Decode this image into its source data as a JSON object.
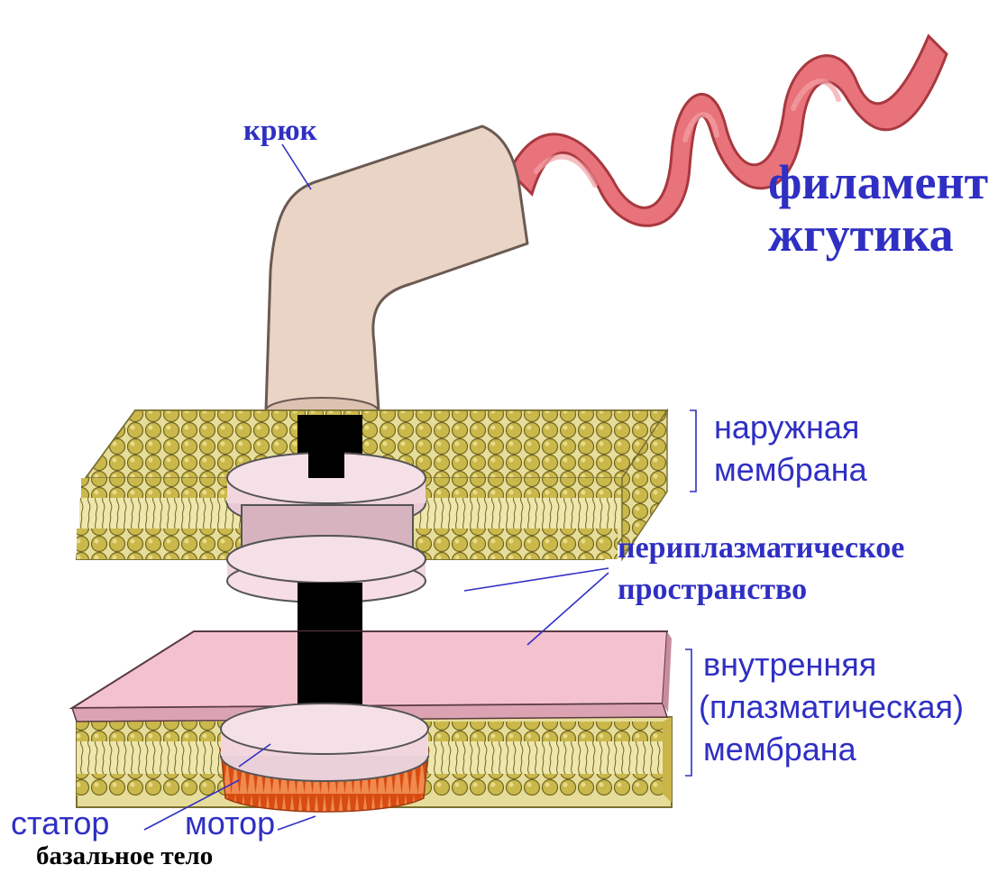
{
  "labels": {
    "hook": "крюк",
    "filament_line1": "филамент",
    "filament_line2": "жгутика",
    "outer_membrane_line1": "наружная",
    "outer_membrane_line2": "мембрана",
    "periplasmic_line1": "периплазматическое",
    "periplasmic_line2": "пространство",
    "inner_membrane_line1": "внутренняя",
    "inner_membrane_line2": "(плазматическая)",
    "inner_membrane_line3": "мембрана",
    "stator": "статор",
    "motor": "мотор",
    "basal_body": "базальное тело"
  },
  "colors": {
    "label_blue": "#2f2fc4",
    "label_black": "#000000",
    "filament": "#e8737a",
    "filament_edge": "#a8383f",
    "hook": "#ead4c6",
    "disc": "#f2d6de",
    "disc_dark": "#d7b3c0",
    "membrane_fill": "#e7dd9a",
    "lipid_head": "#c9b548",
    "plasma_sheet": "#f4c1cf",
    "rod": "#000000",
    "stator_orange": "#ef6a2b"
  }
}
